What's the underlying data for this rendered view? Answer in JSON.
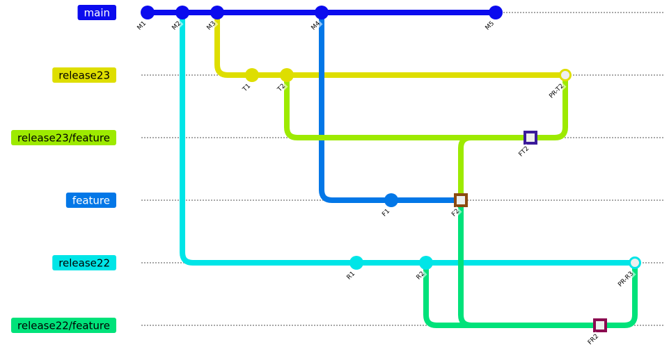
{
  "diagram": {
    "type": "git-graph",
    "branches": [
      {
        "id": "main",
        "label": "main",
        "color": "#0b0bee",
        "text_color": "#ffffff"
      },
      {
        "id": "release23",
        "label": "release23",
        "color": "#dede00",
        "text_color": "#000000"
      },
      {
        "id": "release23_feature",
        "label": "release23/feature",
        "color": "#9dea00",
        "text_color": "#000000"
      },
      {
        "id": "feature",
        "label": "feature",
        "color": "#0377e7",
        "text_color": "#ffffff"
      },
      {
        "id": "release22",
        "label": "release22",
        "color": "#00e5e7",
        "text_color": "#000000"
      },
      {
        "id": "release22_feature",
        "label": "release22/feature",
        "color": "#00e27a",
        "text_color": "#000000"
      }
    ],
    "commits": [
      {
        "id": "M1",
        "branch": "main",
        "kind": "normal"
      },
      {
        "id": "M2",
        "branch": "main",
        "kind": "normal"
      },
      {
        "id": "M3",
        "branch": "main",
        "kind": "normal"
      },
      {
        "id": "T1",
        "branch": "release23",
        "kind": "normal"
      },
      {
        "id": "T2",
        "branch": "release23",
        "kind": "normal"
      },
      {
        "id": "M4",
        "branch": "main",
        "kind": "normal"
      },
      {
        "id": "R1",
        "branch": "release22",
        "kind": "normal"
      },
      {
        "id": "F1",
        "branch": "feature",
        "kind": "normal"
      },
      {
        "id": "R2",
        "branch": "release22",
        "kind": "normal"
      },
      {
        "id": "F2",
        "branch": "feature",
        "kind": "cherry-pick",
        "color": "#8b4a10"
      },
      {
        "id": "M5",
        "branch": "main",
        "kind": "normal"
      },
      {
        "id": "FT2",
        "branch": "release23_feature",
        "kind": "cherry-pick",
        "color": "#3a1a9a"
      },
      {
        "id": "PR-T2",
        "branch": "release23",
        "kind": "merge"
      },
      {
        "id": "FR2",
        "branch": "release22_feature",
        "kind": "cherry-pick",
        "color": "#8b0a50"
      },
      {
        "id": "PR-R3",
        "branch": "release22",
        "kind": "merge"
      }
    ],
    "edges": [
      {
        "from": "M2",
        "to": "R1"
      },
      {
        "from": "M3",
        "to": "T1"
      },
      {
        "from": "M4",
        "to": "F1"
      },
      {
        "from": "T2",
        "to": "FT2"
      },
      {
        "from": "R2",
        "to": "FR2"
      },
      {
        "from": "F2",
        "to": "FR2"
      },
      {
        "from": "F2",
        "to": "FT2"
      },
      {
        "from": "FT2",
        "to": "PR-T2"
      },
      {
        "from": "FR2",
        "to": "PR-R3"
      }
    ]
  }
}
